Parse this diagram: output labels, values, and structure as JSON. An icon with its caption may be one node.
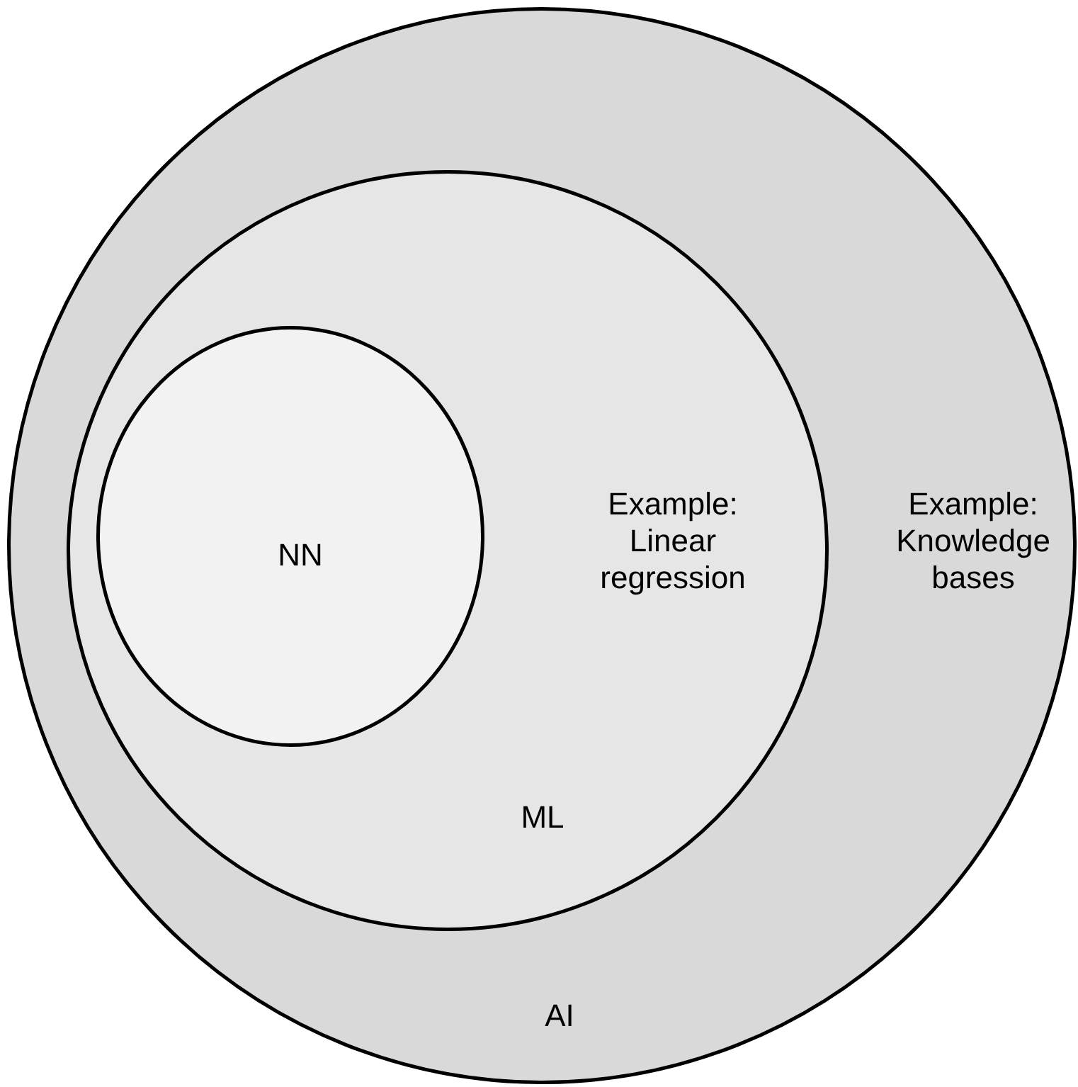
{
  "diagram": {
    "nodes": [
      {
        "text": [
          "AI",
          "Example: Knowledge bases"
        ]
      },
      {
        "text": [
          "ML",
          "Example: Linear regression"
        ],
        "in": 0
      },
      {
        "text": [
          "NN"
        ],
        "in": 1
      }
    ]
  }
}
